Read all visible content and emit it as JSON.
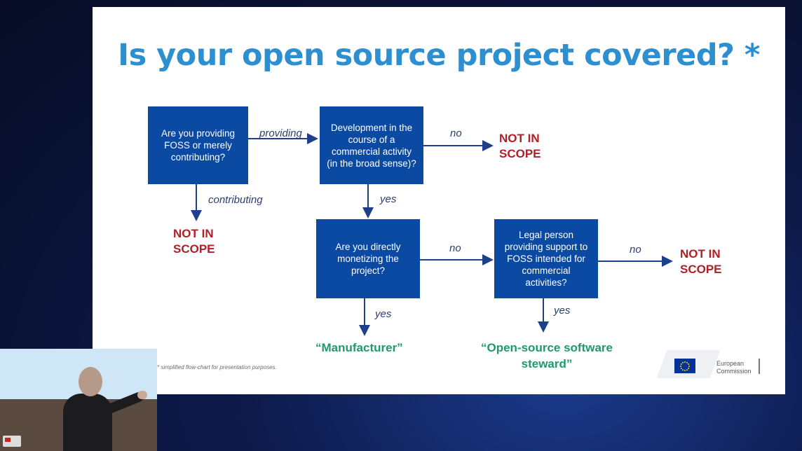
{
  "slide": {
    "title": "Is your open source project covered? *",
    "footnote": "* simplified flow-chart for presentation purposes.",
    "logo": {
      "line1": "European",
      "line2": "Commission"
    }
  },
  "diagram": {
    "nodes": {
      "q1": "Are you providing FOSS or merely contributing?",
      "q2": "Development in the course of a commercial activity (in the broad sense)?",
      "q3": "Are you directly monetizing the project?",
      "q4": "Legal person providing support to FOSS intended for commercial activities?"
    },
    "edges": {
      "providing": "providing",
      "contributing": "contributing",
      "q2_no": "no",
      "q2_yes": "yes",
      "q3_no": "no",
      "q3_yes": "yes",
      "q4_no": "no",
      "q4_yes": "yes"
    },
    "outcomes": {
      "not_in_scope_1": [
        "NOT IN",
        "SCOPE"
      ],
      "not_in_scope_2": [
        "NOT IN",
        "SCOPE"
      ],
      "not_in_scope_3": [
        "NOT IN",
        "SCOPE"
      ],
      "manufacturer": "“Manufacturer”",
      "steward": [
        "“Open-source software",
        "steward”"
      ]
    }
  },
  "colors": {
    "box": "#0b4aa2",
    "title": "#2e8fd0",
    "not_in_scope": "#b01e26",
    "outcome": "#1f9a6a",
    "arrow": "#1e3f8a"
  }
}
